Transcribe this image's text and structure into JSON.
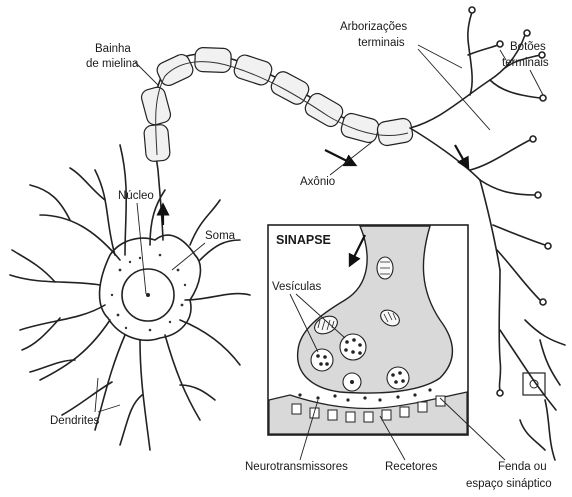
{
  "labels": {
    "myelin_sheath": [
      "Bainha",
      "de mielina"
    ],
    "terminal_arborizations": [
      "Arborizações",
      "terminais"
    ],
    "terminal_buttons": [
      "Botões",
      "terminais"
    ],
    "nucleus": "Núcleo",
    "soma": "Soma",
    "axon": "Axônio",
    "synapse": "SINAPSE",
    "vesicles": "Vesículas",
    "dendrites": "Dendrites",
    "neurotransmitters": "Neurotransmissores",
    "receptors": "Recetores",
    "cleft": [
      "Fenda ou",
      "espaço sináptico"
    ]
  }
}
